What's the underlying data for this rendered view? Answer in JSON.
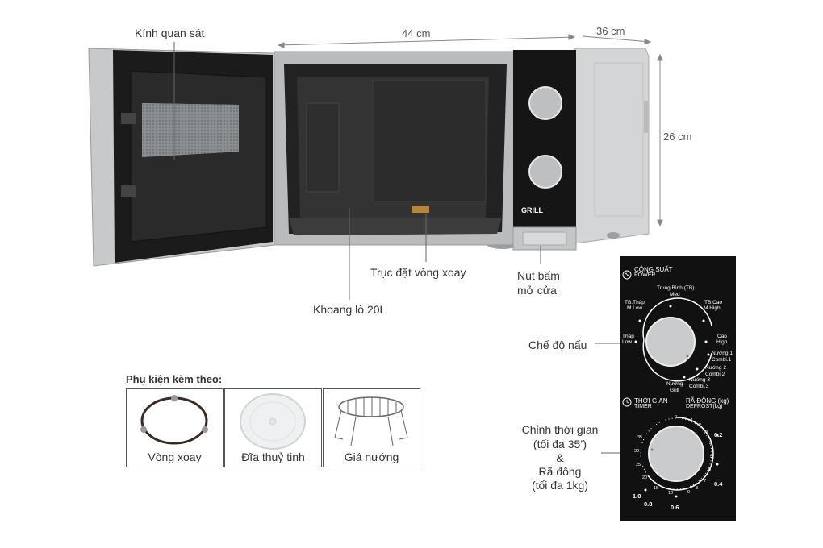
{
  "dimensions": {
    "width": "44 cm",
    "depth": "36 cm",
    "height": "26 cm"
  },
  "callouts": {
    "window": "Kính quan sát",
    "shaft": "Trục đặt vòng xoay",
    "cavity": "Khoang lò 20L",
    "door_button_line1": "Nút bấm",
    "door_button_line2": "mở cửa",
    "cook_mode": "Chế độ nấu",
    "timer_line1": "Chỉnh thời gian",
    "timer_line2": "(tối đa 35’)",
    "timer_line3": "&",
    "timer_line4": "Rã đông",
    "timer_line5": "(tối đa 1kg)"
  },
  "accessories": {
    "heading": "Phụ kiện kèm theo:",
    "items": [
      {
        "label": "Vòng xoay"
      },
      {
        "label": "Đĩa thuỷ tinh"
      },
      {
        "label": "Giá nướng"
      }
    ]
  },
  "oven_badge": "GRILL",
  "panel": {
    "power_vi": "CÔNG SUẤT",
    "power_en": "POWER",
    "med_vi": "Trung Bình (TB)",
    "med_en": "Med",
    "mlow_vi": "TB.Thấp",
    "mlow_en": "M.Low",
    "mhigh_vi": "TB.Cao",
    "mhigh_en": "M.High",
    "low_vi": "Thấp",
    "low_en": "Low",
    "high_vi": "Cao",
    "high_en": "High",
    "combi1_vi": "Nướng 1",
    "combi1_en": "Combi.1",
    "combi2_vi": "Nướng 2",
    "combi2_en": "Combi.2",
    "combi3_vi": "Nướng 3",
    "combi3_en": "Combi.3",
    "grill_vi": "Nướng",
    "grill_en": "Grill",
    "timer_vi": "THỜI GIAN",
    "timer_en": "TIMER",
    "defrost_vi": "RÃ ĐÔNG (kg)",
    "defrost_en": "DEFROST(kg)",
    "timer_ticks": [
      "0",
      "1",
      "2",
      "3",
      "4",
      "5",
      "6",
      "7",
      "8",
      "9",
      "10",
      "15",
      "20",
      "25",
      "30",
      "35"
    ],
    "defrost_marks": [
      "0.2",
      "0.4",
      "0.6",
      "0.8",
      "1.0"
    ]
  },
  "colors": {
    "panel_bg": "#111111",
    "oven_body": "#c9cbcd",
    "cavity": "#1a1a1a",
    "line": "#777777"
  }
}
